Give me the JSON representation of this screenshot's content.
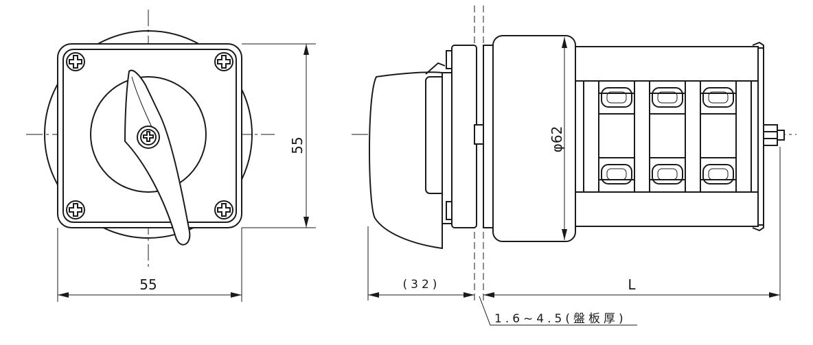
{
  "front_view": {
    "width_label": "55",
    "height_label": "55"
  },
  "side_view": {
    "depth_label": "(32)",
    "length_label": "L",
    "diameter_label": "φ62",
    "panel_label": "1.6~4.5(盤板厚)"
  }
}
